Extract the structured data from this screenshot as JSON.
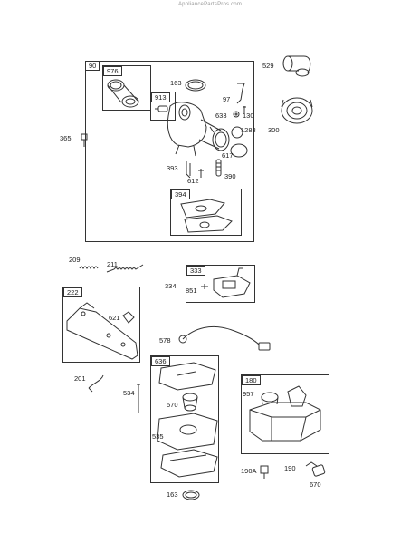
{
  "header": {
    "watermark": "AppliancePartsPros.com"
  },
  "groups": {
    "g90": "90",
    "g976": "976",
    "g913": "913",
    "g394": "394",
    "g333": "333",
    "g222": "222",
    "g636": "636",
    "g180": "180"
  },
  "labels": {
    "l163a": "163",
    "l97": "97",
    "l633": "633",
    "l130": "130",
    "l1288": "1288",
    "l617": "617",
    "l393": "393",
    "l612": "612",
    "l390": "390",
    "l365": "365",
    "l529": "529",
    "l300": "300",
    "l209": "209",
    "l211": "211",
    "l334": "334",
    "l851": "851",
    "l621": "621",
    "l578": "578",
    "l201": "201",
    "l534": "534",
    "l570": "570",
    "l535": "535",
    "l163b": "163",
    "l957": "957",
    "l190a": "190A",
    "l190": "190",
    "l670": "670"
  },
  "colors": {
    "line": "#333333",
    "watermark": "#9a9a9a"
  }
}
